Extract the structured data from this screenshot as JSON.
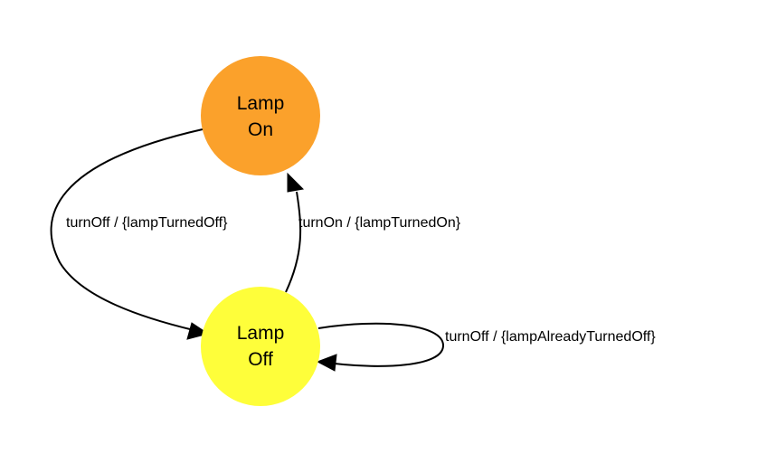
{
  "states": {
    "lamp_on": {
      "line1": "Lamp",
      "line2": "On",
      "color": "#FBA12B"
    },
    "lamp_off": {
      "line1": "Lamp",
      "line2": "Off",
      "color": "#FEFE3A"
    }
  },
  "transitions": {
    "on_to_off": {
      "label": "turnOff / {lampTurnedOff}"
    },
    "off_to_on": {
      "label": "turnOn / {lampTurnedOn}"
    },
    "off_self": {
      "label": "turnOff / {lampAlreadyTurnedOff}"
    }
  }
}
